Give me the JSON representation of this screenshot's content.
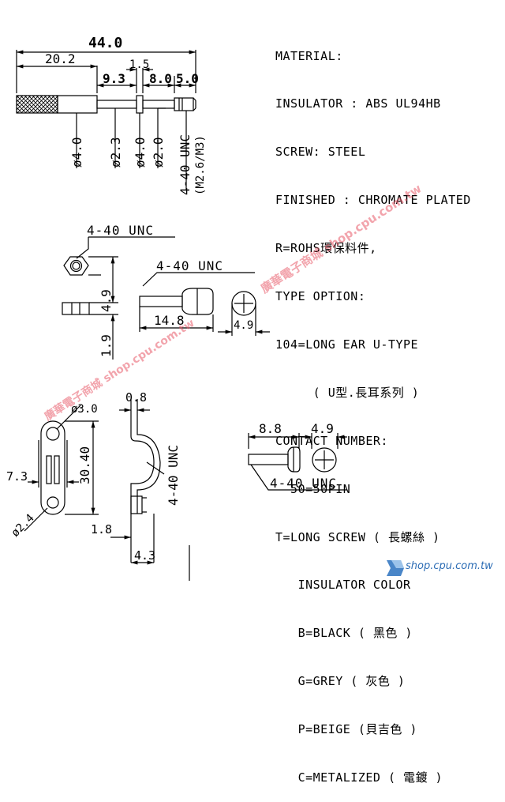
{
  "spec": {
    "lines": [
      "MATERIAL:",
      "INSULATOR : ABS UL94HB",
      "SCREW: STEEL",
      "FINISHED : CHROMATE PLATED",
      "R=ROHS環保料件,",
      "TYPE OPTION:",
      "104=LONG EAR U-TYPE",
      "     ( U型.長耳系列 )",
      "CONTACT NUMBER:",
      "  50=50PIN",
      "T=LONG SCREW ( 長螺絲 )",
      "   INSULATOR COLOR",
      "   B=BLACK ( 黑色 )",
      "   G=GREY ( 灰色 )",
      "   P=BEIGE (貝吉色 )",
      "   C=METALIZED ( 電鍍 )"
    ]
  },
  "top_view": {
    "overall": "44.0",
    "len_a": "20.2",
    "len_b": "1.5",
    "len_c": "9.3",
    "len_d": "8.0",
    "len_e": "5.0",
    "dia1": "ø4.0",
    "dia2": "ø2.3",
    "dia3": "ø4.0",
    "dia4": "ø2.0",
    "thread": "4-40 UNC",
    "thread_alt": "(M2.6/M3)"
  },
  "nut_view": {
    "thread": "4-40 UNC",
    "h1": "4.9",
    "h2": "1.9"
  },
  "screw_view": {
    "thread": "4-40 UNC",
    "len": "14.8",
    "head": "4.9"
  },
  "bracket_front": {
    "hole_top": "ø3.0",
    "width": "7.3",
    "height": "30.40",
    "hole_bottom": "ø2.4"
  },
  "bracket_side": {
    "thick": "0.8",
    "thread": "4-40 UNC",
    "base_a": "1.8",
    "base_b": "4.3"
  },
  "short_screw": {
    "len": "8.8",
    "head": "4.9",
    "thread": "4-40 UNC"
  },
  "watermark": {
    "left": "廣華電子商城  shop.cpu.com.tw",
    "right": "廣華電子商城  shop.cpu.com.tw"
  },
  "logo": {
    "text": "shop.cpu.com.tw"
  }
}
